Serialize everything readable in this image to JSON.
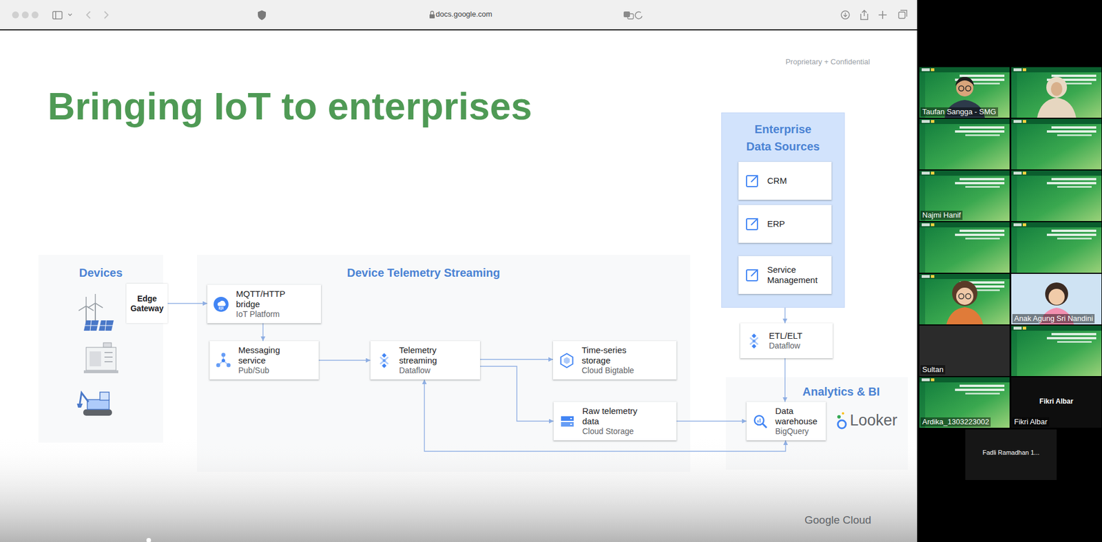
{
  "diagram": {
    "title": "Bringing IoT to enterprises",
    "nodes": [
      {
        "text": [
          "Devices"
        ]
      },
      {
        "text": [
          "Edge Gateway"
        ]
      },
      {
        "text": [
          "Device Telemetry Streaming"
        ]
      },
      {
        "text": [
          "MQTT/HTTP bridge",
          "IoT Platform"
        ],
        "in": 2
      },
      {
        "text": [
          "Messaging service",
          "Pub/Sub"
        ],
        "in": 2
      },
      {
        "text": [
          "Telemetry streaming",
          "Dataflow"
        ],
        "in": 2
      },
      {
        "text": [
          "Time-series storage",
          "Cloud Bigtable"
        ],
        "in": 2
      },
      {
        "text": [
          "Raw telemetry data",
          "Cloud Storage"
        ],
        "in": 2
      },
      {
        "text": [
          "Enterprise Data Sources"
        ]
      },
      {
        "text": [
          "CRM"
        ],
        "in": 8
      },
      {
        "text": [
          "ERP"
        ],
        "in": 8
      },
      {
        "text": [
          "Service Management"
        ],
        "in": 8
      },
      {
        "text": [
          "ETL/ELT",
          "Dataflow"
        ]
      },
      {
        "text": [
          "Analytics & BI"
        ]
      },
      {
        "text": [
          "Data warehouse",
          "BigQuery"
        ],
        "in": 13
      }
    ],
    "edges": [
      {
        "from": 1,
        "to": 3,
        "arrow": "to"
      },
      {
        "from": 3,
        "to": 4,
        "arrow": "to"
      },
      {
        "from": 4,
        "to": 5,
        "arrow": "to"
      },
      {
        "from": 5,
        "to": 6,
        "arrow": "to"
      },
      {
        "from": 5,
        "to": 7,
        "arrow": "to"
      },
      {
        "from": 7,
        "to": 14,
        "arrow": "to"
      },
      {
        "from": 5,
        "to": 14,
        "arrow": "both"
      },
      {
        "from": 8,
        "to": 12,
        "arrow": "to"
      },
      {
        "from": 12,
        "to": 14,
        "arrow": "to"
      }
    ],
    "labels": [
      "docs.google.com",
      "Proprietary + Confidential",
      "Looker",
      "Google Cloud",
      "Taufan Sangga - SMG",
      "Najmi Hanif",
      "Anak Agung Sri Nandini",
      "Sultan",
      "Ardika_1303223002",
      "Fikri Albar",
      "Fikri Albar",
      "Fadli Ramadhan 1..."
    ]
  }
}
